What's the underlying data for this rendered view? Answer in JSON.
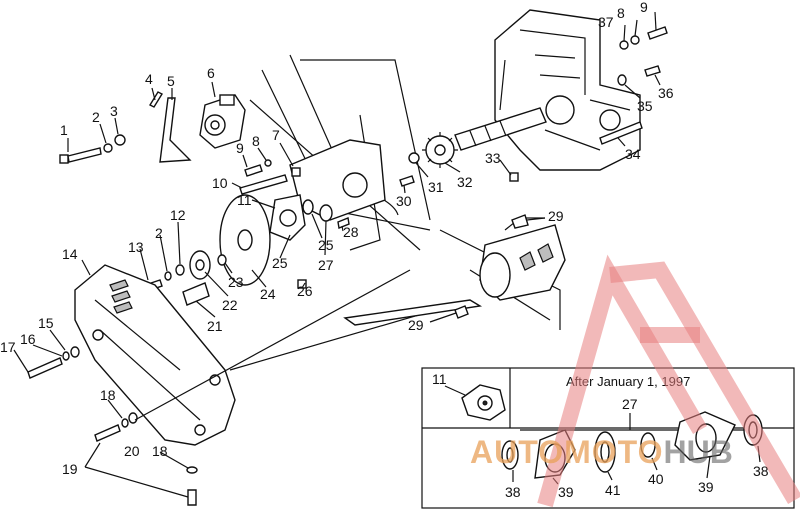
{
  "callouts": [
    {
      "id": "c1",
      "text": "1"
    },
    {
      "id": "c2",
      "text": "2"
    },
    {
      "id": "c3",
      "text": "3"
    },
    {
      "id": "c4",
      "text": "4"
    },
    {
      "id": "c5",
      "text": "5"
    },
    {
      "id": "c6",
      "text": "6"
    },
    {
      "id": "c7",
      "text": "7"
    },
    {
      "id": "c8a",
      "text": "8"
    },
    {
      "id": "c9a",
      "text": "9"
    },
    {
      "id": "c10",
      "text": "10"
    },
    {
      "id": "c11",
      "text": "11"
    },
    {
      "id": "c12",
      "text": "12"
    },
    {
      "id": "c13",
      "text": "13"
    },
    {
      "id": "c2b",
      "text": "2"
    },
    {
      "id": "c14",
      "text": "14"
    },
    {
      "id": "c15",
      "text": "15"
    },
    {
      "id": "c16",
      "text": "16"
    },
    {
      "id": "c17",
      "text": "17"
    },
    {
      "id": "c18a",
      "text": "18"
    },
    {
      "id": "c18b",
      "text": "18"
    },
    {
      "id": "c19",
      "text": "19"
    },
    {
      "id": "c20",
      "text": "20"
    },
    {
      "id": "c21",
      "text": "21"
    },
    {
      "id": "c22",
      "text": "22"
    },
    {
      "id": "c23",
      "text": "23"
    },
    {
      "id": "c24",
      "text": "24"
    },
    {
      "id": "c25a",
      "text": "25"
    },
    {
      "id": "c25b",
      "text": "25"
    },
    {
      "id": "c26",
      "text": "26"
    },
    {
      "id": "c27",
      "text": "27"
    },
    {
      "id": "c28",
      "text": "28"
    },
    {
      "id": "c29a",
      "text": "29"
    },
    {
      "id": "c29b",
      "text": "29"
    },
    {
      "id": "c30",
      "text": "30"
    },
    {
      "id": "c31",
      "text": "31"
    },
    {
      "id": "c32",
      "text": "32"
    },
    {
      "id": "c33",
      "text": "33"
    },
    {
      "id": "c34",
      "text": "34"
    },
    {
      "id": "c35",
      "text": "35"
    },
    {
      "id": "c36",
      "text": "36"
    },
    {
      "id": "c37",
      "text": "37"
    },
    {
      "id": "c8b",
      "text": "8"
    },
    {
      "id": "c9b",
      "text": "9"
    }
  ],
  "inset": {
    "title": "After January 1, 1997",
    "labels": [
      {
        "id": "i11",
        "text": "11"
      },
      {
        "id": "i27",
        "text": "27"
      },
      {
        "id": "i38a",
        "text": "38"
      },
      {
        "id": "i39a",
        "text": "39"
      },
      {
        "id": "i41",
        "text": "41"
      },
      {
        "id": "i40",
        "text": "40"
      },
      {
        "id": "i39b",
        "text": "39"
      },
      {
        "id": "i38b",
        "text": "38"
      }
    ]
  },
  "watermark": {
    "part1": "AUTOMOTO",
    "part2": "HUB",
    "color": "#e87f7f"
  }
}
